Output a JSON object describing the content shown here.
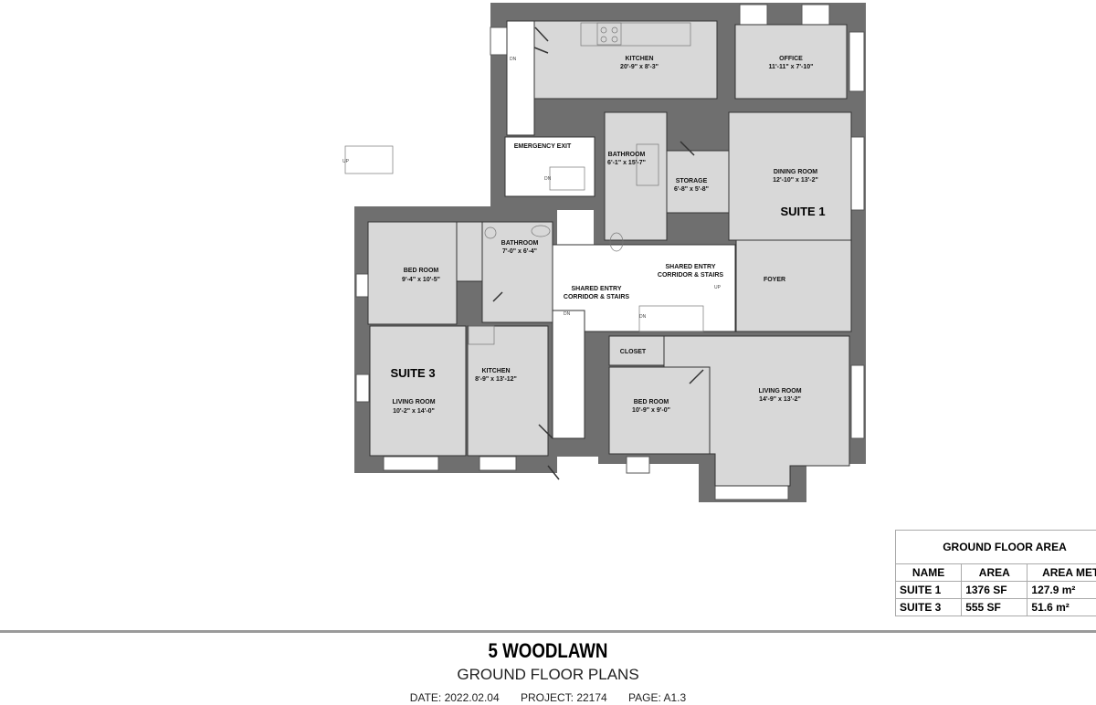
{
  "rooms": {
    "kitchen_top": {
      "name": "KITCHEN",
      "dims": "20'-9\" x 8'-3\""
    },
    "office": {
      "name": "OFFICE",
      "dims": "11'-11\" x 7'-10\""
    },
    "emergency_exit": {
      "name": "EMERGENCY EXIT"
    },
    "bathroom_suite1": {
      "name": "BATHROOM",
      "dims": "6'-1\" x 15'-7\""
    },
    "storage": {
      "name": "STORAGE",
      "dims": "6'-8\" x 5'-8\""
    },
    "dining_room": {
      "name": "DINING ROOM",
      "dims": "12'-10\" x 13'-2\""
    },
    "foyer": {
      "name": "FOYER"
    },
    "shared_entry_1": {
      "line1": "SHARED ENTRY",
      "line2": "CORRIDOR & STAIRS"
    },
    "shared_entry_2": {
      "line1": "SHARED ENTRY",
      "line2": "CORRIDOR & STAIRS"
    },
    "bed_room_suite3": {
      "name": "BED ROOM",
      "dims": "9'-4\" x 10'-5\""
    },
    "bathroom_suite3": {
      "name": "BATHROOM",
      "dims": "7'-0\" x 6'-4\""
    },
    "kitchen_suite3": {
      "name": "KITCHEN",
      "dims": "8'-9\" x 13'-12\""
    },
    "living_room_suite3": {
      "name": "LIVING ROOM",
      "dims": "10'-2\" x 14'-0\""
    },
    "closet": {
      "name": "CLOSET"
    },
    "bed_room_suite1": {
      "name": "BED ROOM",
      "dims": "10'-9\" x 9'-0\""
    },
    "living_room_suite1": {
      "name": "LIVING ROOM",
      "dims": "14'-9\" x 13'-2\""
    }
  },
  "suites": {
    "suite1": "SUITE 1",
    "suite3": "SUITE 3"
  },
  "stair_marks": {
    "dn": "DN",
    "up": "UP"
  },
  "area_table": {
    "title": "GROUND FLOOR AREA",
    "headers": [
      "NAME",
      "AREA",
      "AREA MET"
    ],
    "rows": [
      [
        "SUITE 1",
        "1376 SF",
        "127.9 m²"
      ],
      [
        "SUITE 3",
        "555 SF",
        "51.6 m²"
      ]
    ]
  },
  "title_block": {
    "project_name": "5 WOODLAWN",
    "sheet_title": "GROUND FLOOR PLANS",
    "date": "DATE: 2022.02.04",
    "project": "PROJECT: 22174",
    "page": "PAGE:  A1.3"
  },
  "colors": {
    "wall": "#6f6f6f",
    "room": "#d8d8d8"
  }
}
